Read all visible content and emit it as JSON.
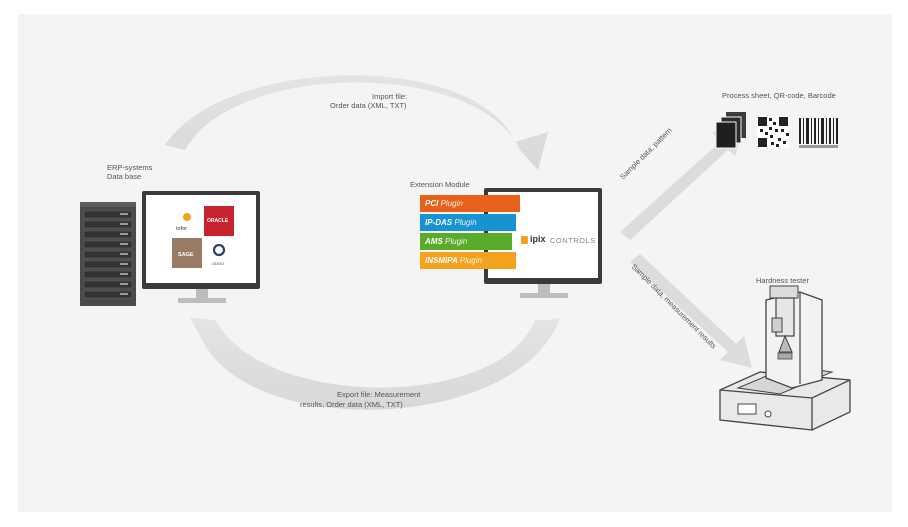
{
  "labels": {
    "erp": [
      "ERP-systems",
      "Data base"
    ],
    "import": [
      "Import file:",
      "Order data (XML, TXT)"
    ],
    "export": [
      "Export file: Measurement",
      "results, Order data (XML, TXT)"
    ],
    "extension": "Extension Module",
    "process_sheet": "Process sheet, QR-code, Barcode",
    "hardness_tester": "Hardness tester",
    "arrow_upper": "Sample data, pattern",
    "arrow_lower": "Sample data, measurement results"
  },
  "erp_logos": {
    "logo1": "infor",
    "logo2": "ORACLE",
    "logo3": "SAGE",
    "logo4": "ODOO"
  },
  "plugins": [
    {
      "name": "PCI",
      "suffix": "Plugin",
      "color": "#e8611a"
    },
    {
      "name": "IP-DAS",
      "suffix": "Plugin",
      "color": "#1793d1"
    },
    {
      "name": "AMS",
      "suffix": "Plugin",
      "color": "#5aaa2c"
    },
    {
      "name": "INSMIPA",
      "suffix": "Plugin",
      "color": "#f2a21c"
    }
  ],
  "brand": {
    "name": "ipix",
    "tagline": "CONTROLS"
  },
  "colors": {
    "arc": "#dedede",
    "arc_shadow": "#d3d3d3",
    "server": "#474747",
    "monitor_frame": "#3a3a3a"
  }
}
